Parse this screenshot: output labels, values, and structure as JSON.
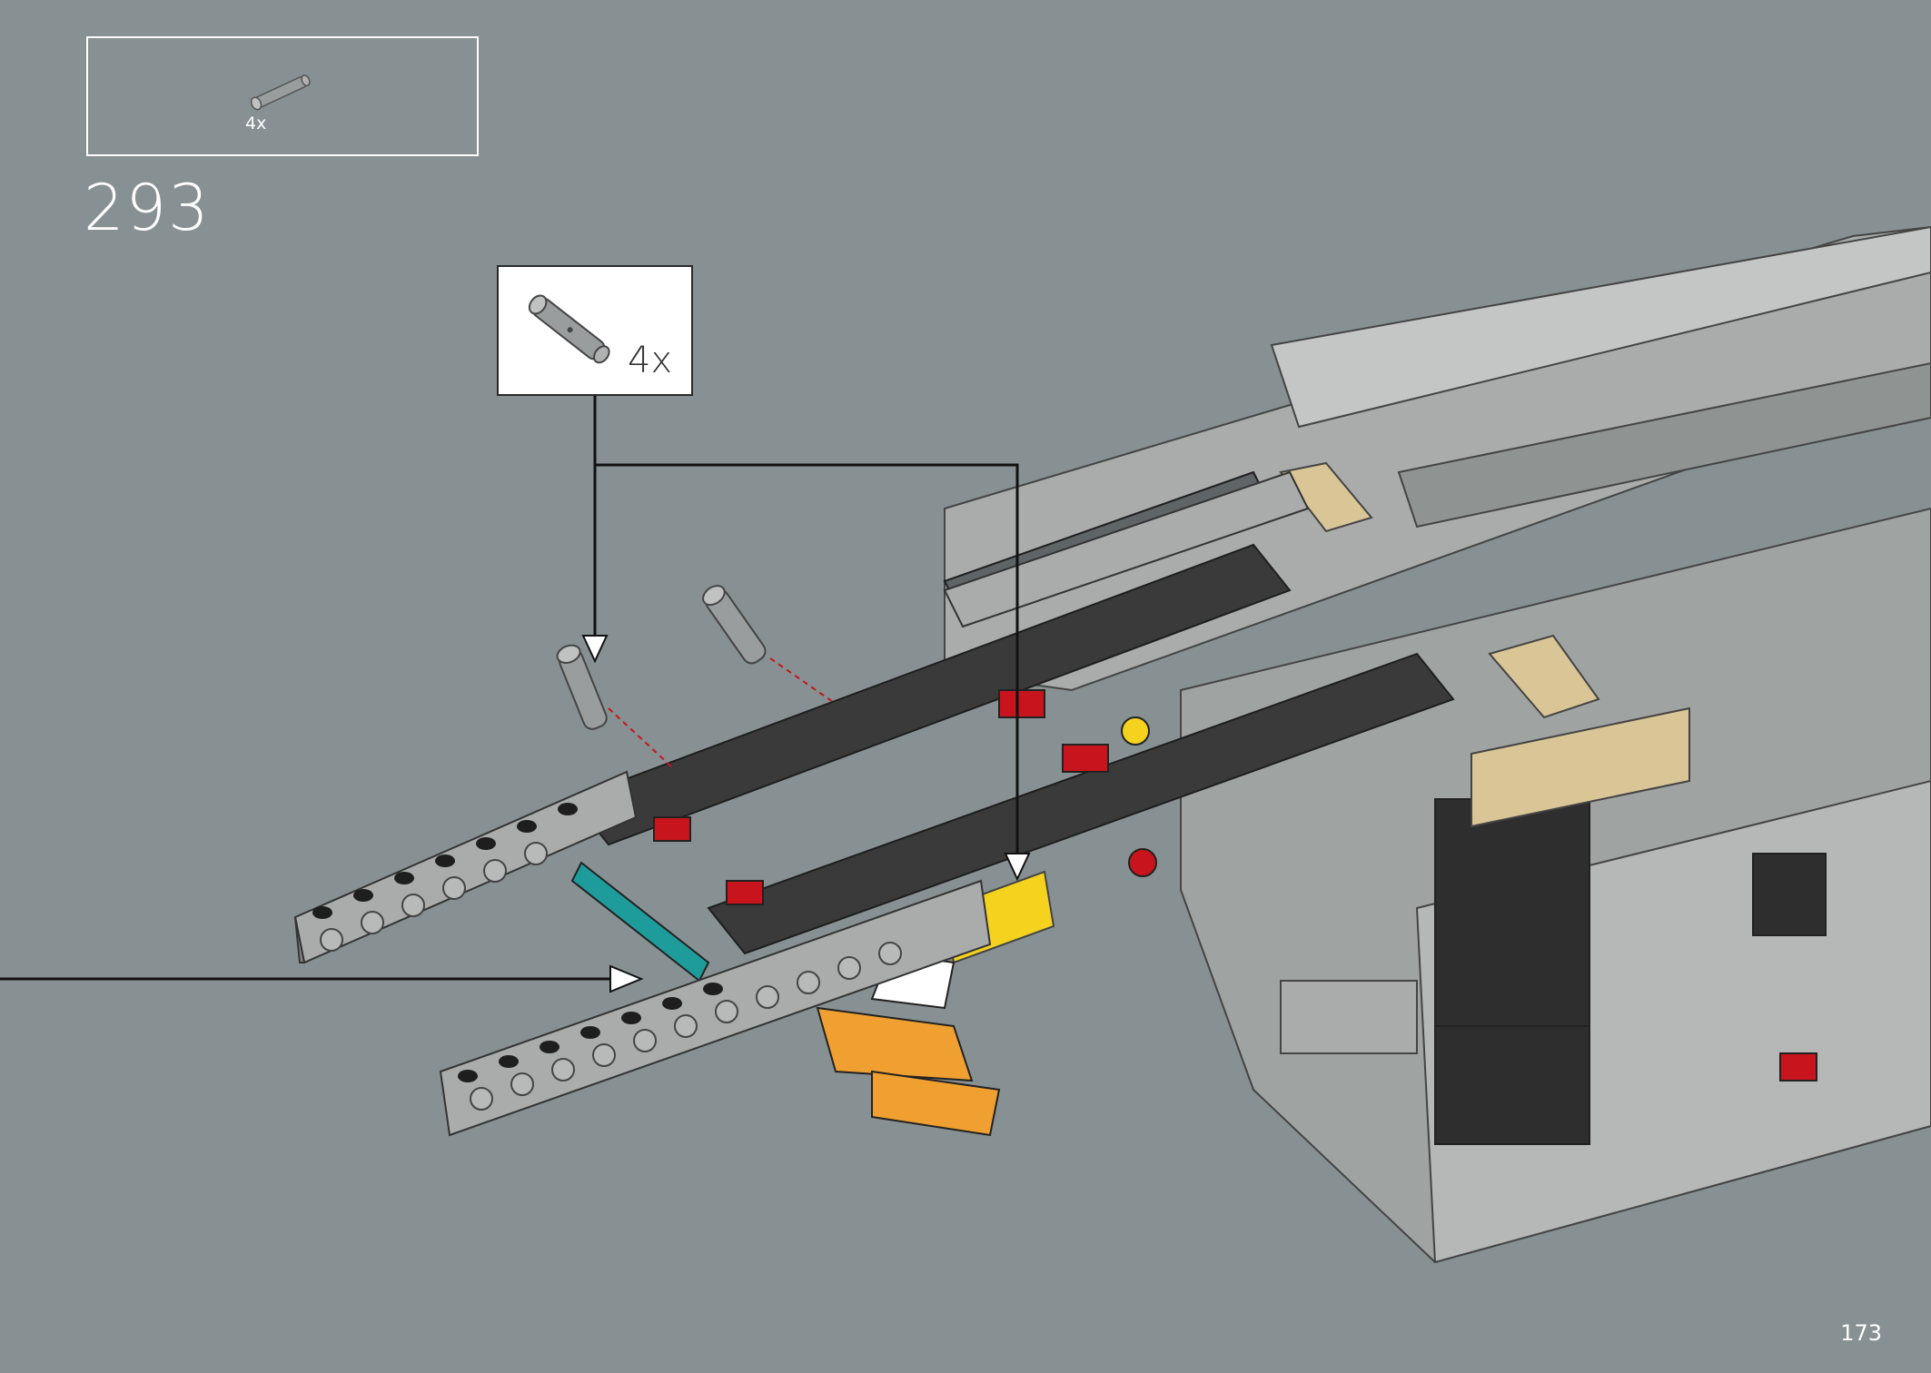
{
  "parts_list": {
    "quantity": "4x",
    "part_icon": "technic-pin-long-icon"
  },
  "step": {
    "number": "293"
  },
  "callout": {
    "quantity": "4x",
    "part_icon": "technic-pin-long-icon"
  },
  "page": {
    "number": "173"
  },
  "colors": {
    "background": "#879092",
    "light_bluish_gray": "#a9acab",
    "dark_bluish_gray": "#5f6466",
    "black": "#2e2e2e",
    "red": "#c8141c",
    "yellow": "#f5d21e",
    "tan": "#d9c596",
    "teal": "#1e9c9c",
    "orange": "#f0a030"
  }
}
